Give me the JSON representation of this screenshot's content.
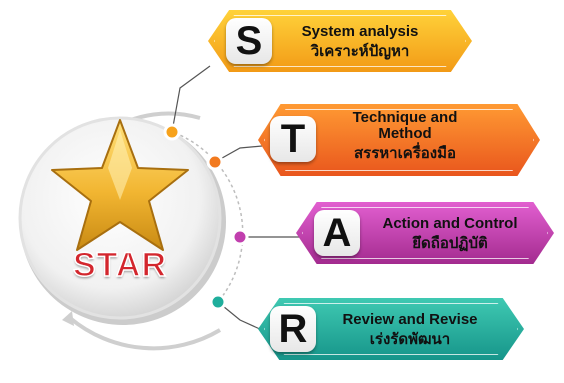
{
  "center": {
    "logo_text": "STAR",
    "colors": {
      "logo_red": "#d3262d",
      "star_gold": "#f2b632",
      "ring_grey": "#d9d9d9"
    }
  },
  "steps": [
    {
      "letter": "S",
      "title_en": "System analysis",
      "title_th": "วิเคราะห์ปัญหา",
      "color_start": "#ffd23a",
      "color_end": "#f29a16",
      "dot_color": "#f7a21b"
    },
    {
      "letter": "T",
      "title_en": "Technique and Method",
      "title_th": "สรรหาเครื่องมือ",
      "color_start": "#ff9a33",
      "color_end": "#e9561d",
      "dot_color": "#f27a1f"
    },
    {
      "letter": "A",
      "title_en": "Action and Control",
      "title_th": "ยึดถือปฏิบัติ",
      "color_start": "#e25fd0",
      "color_end": "#a32b8f",
      "dot_color": "#c13fae"
    },
    {
      "letter": "R",
      "title_en": "Review and Revise",
      "title_th": "เร่งรัดพัฒนา",
      "color_start": "#3fc9b2",
      "color_end": "#16958a",
      "dot_color": "#1fae9c"
    }
  ]
}
